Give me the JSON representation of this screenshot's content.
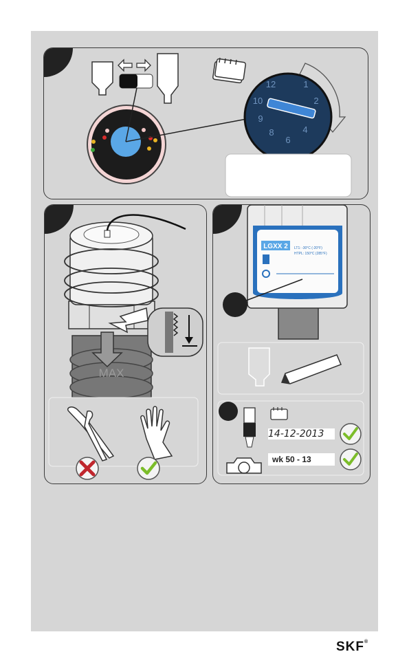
{
  "panel_bottom_right": {
    "date_example": "14-12-2013",
    "week_example": "wk 50 - 13"
  },
  "panel_top": {
    "dial_numbers": [
      "12",
      "1",
      "2",
      "4",
      "6",
      "8",
      "9",
      "10"
    ]
  },
  "panel_bottom_left": {
    "max_label": "MAX"
  },
  "product_label": {
    "name": "LGXX 2",
    "line1": "LT1: -30°C (-20°F)",
    "line2": "HTPL: 150°C (285°F)"
  },
  "brand": {
    "logo_text": "SKF"
  },
  "colors": {
    "background": "#d6d6d6",
    "dial": "#1d3a5c",
    "pointer": "#3f86d6",
    "check": "#7cbd2a",
    "cross": "#c0262d"
  },
  "icons": [
    "calendar-icon",
    "pliers-icon",
    "hand-icon",
    "check-icon",
    "cross-icon",
    "pen-icon",
    "camera-icon",
    "arrows-icon"
  ]
}
